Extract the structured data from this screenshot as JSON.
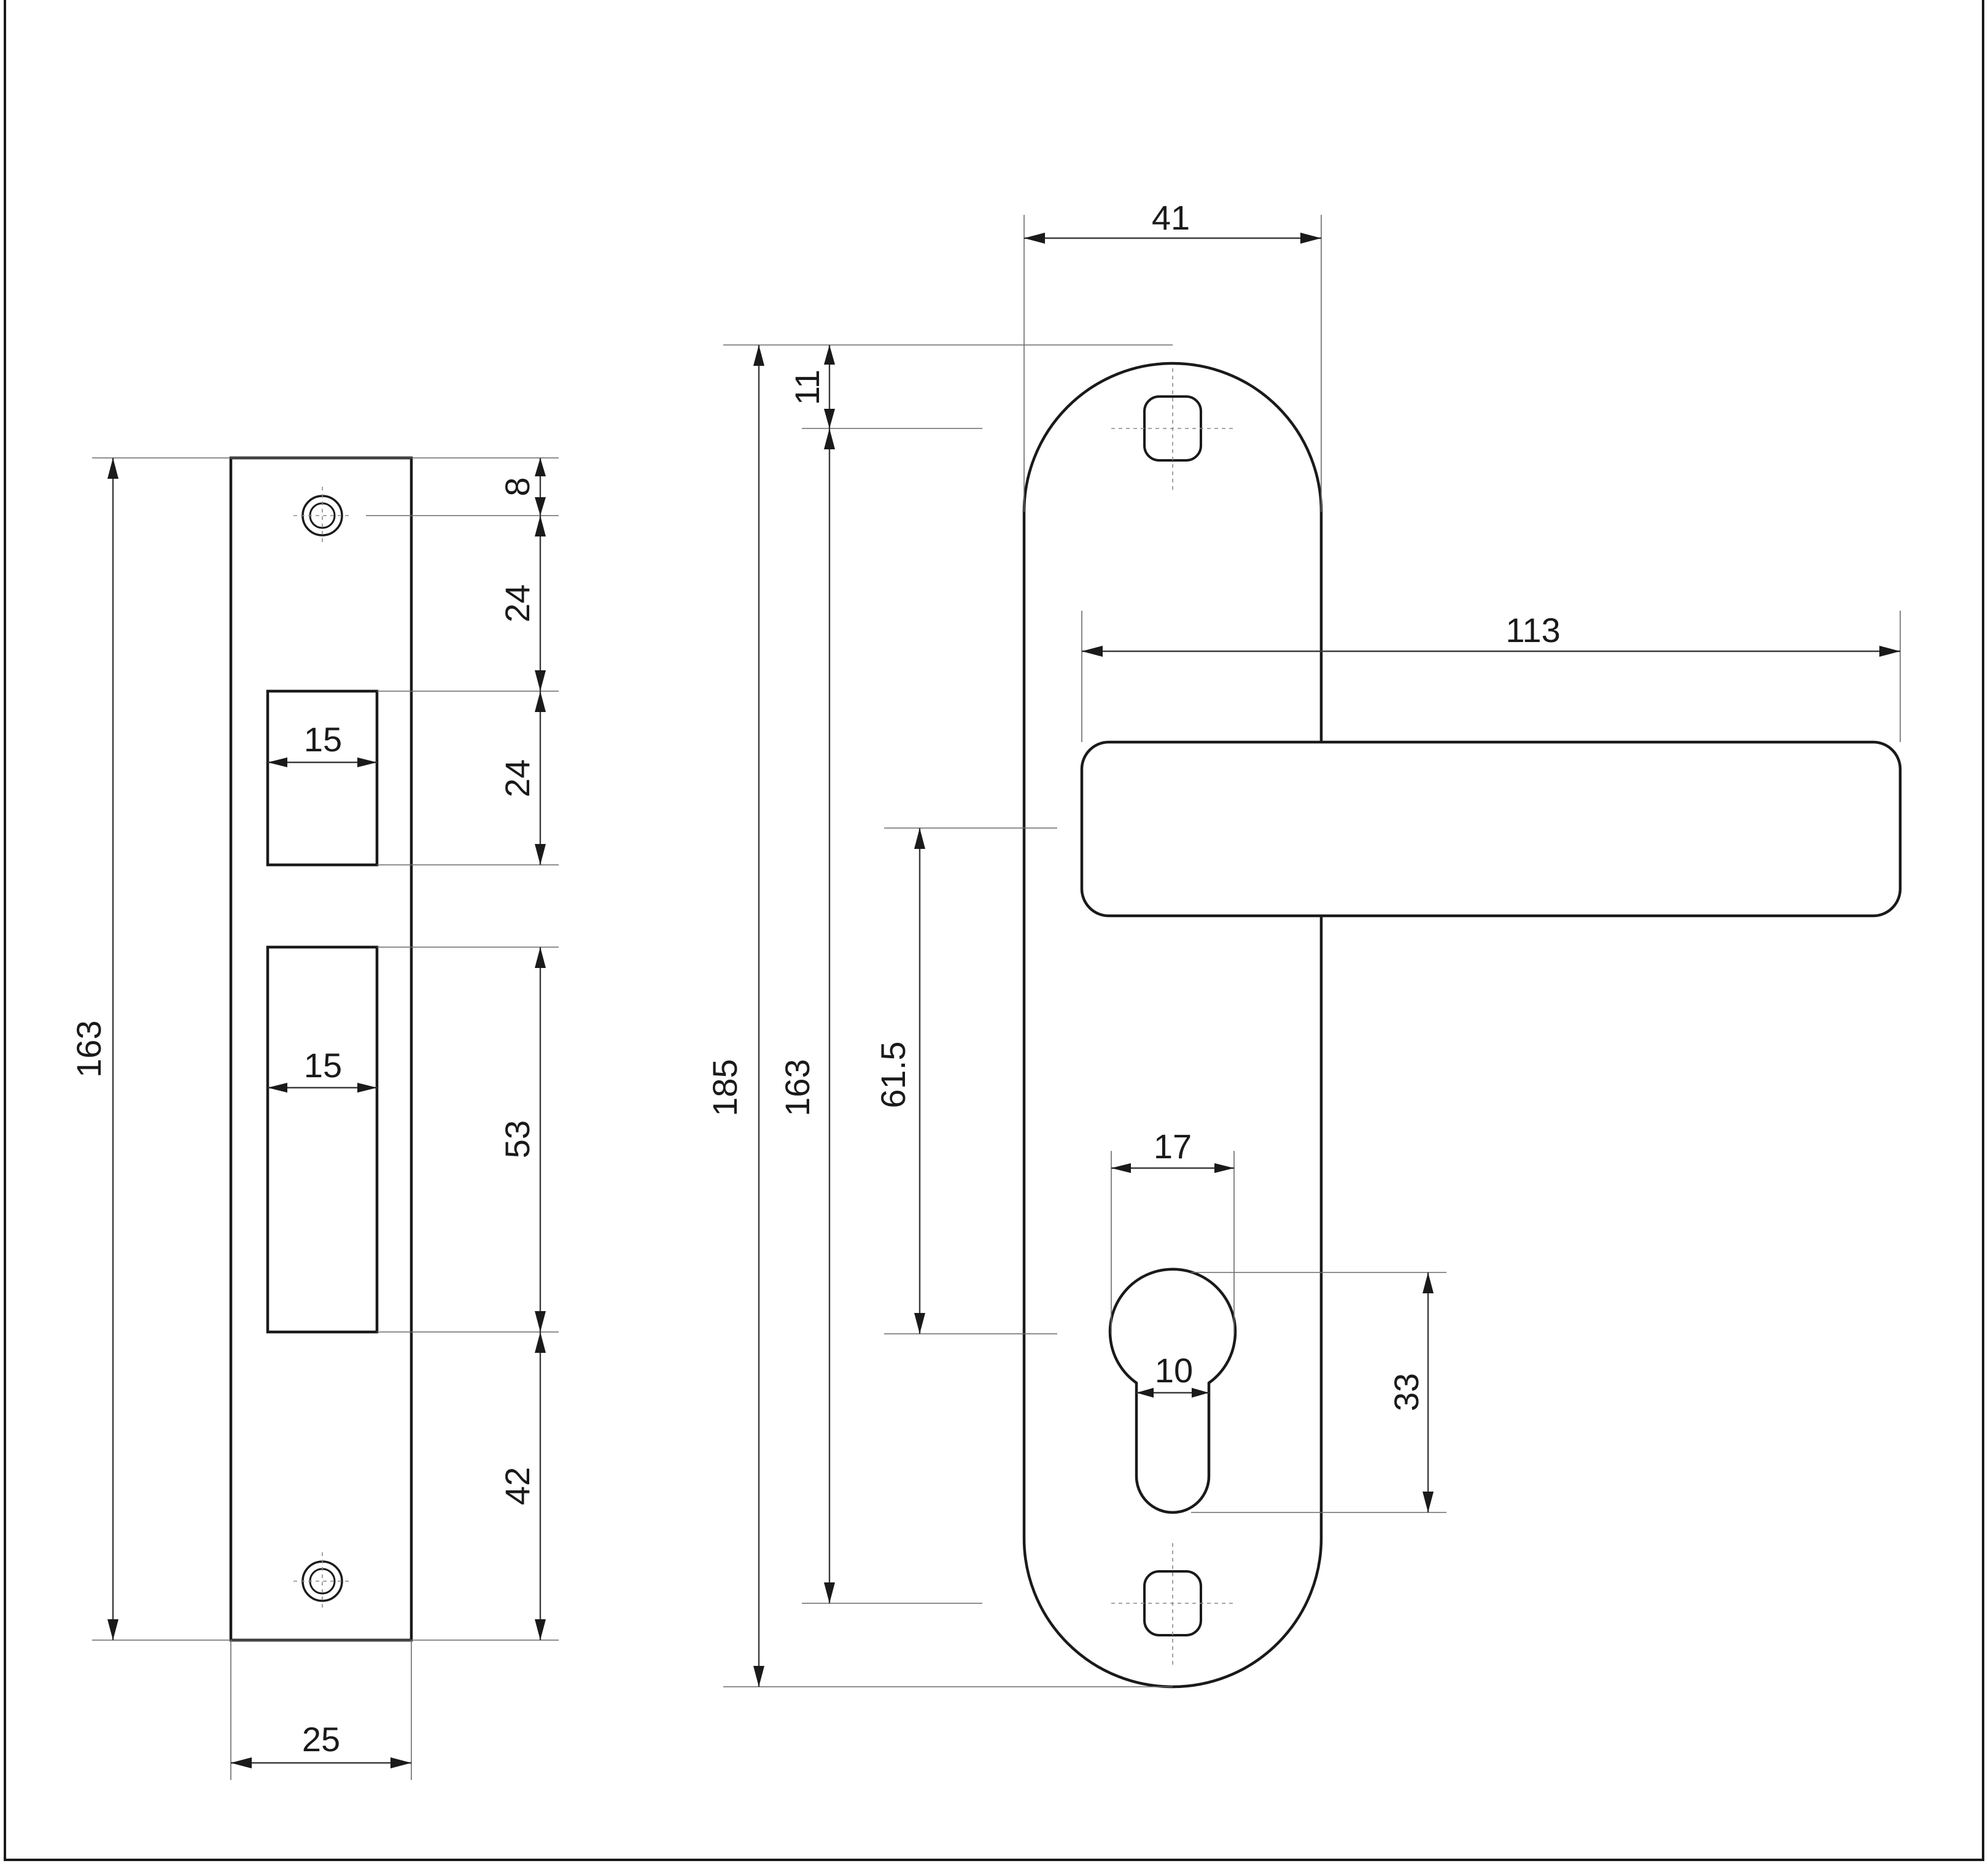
{
  "strike_plate": {
    "total_height": "163",
    "top_offset": "8",
    "segment_1": "24",
    "segment_2": "24",
    "latch_slot_width": "15",
    "bolt_slot_width": "15",
    "bolt_slot_height": "53",
    "bottom_segment": "42",
    "plate_width": "25"
  },
  "handle_plate": {
    "plate_width": "41",
    "total_height": "185",
    "top_offset": "11",
    "hole_spacing": "163",
    "handle_length": "113",
    "handle_to_cylinder": "61.5",
    "cylinder_width": "17",
    "cylinder_inner_width": "10",
    "cylinder_height": "33"
  }
}
